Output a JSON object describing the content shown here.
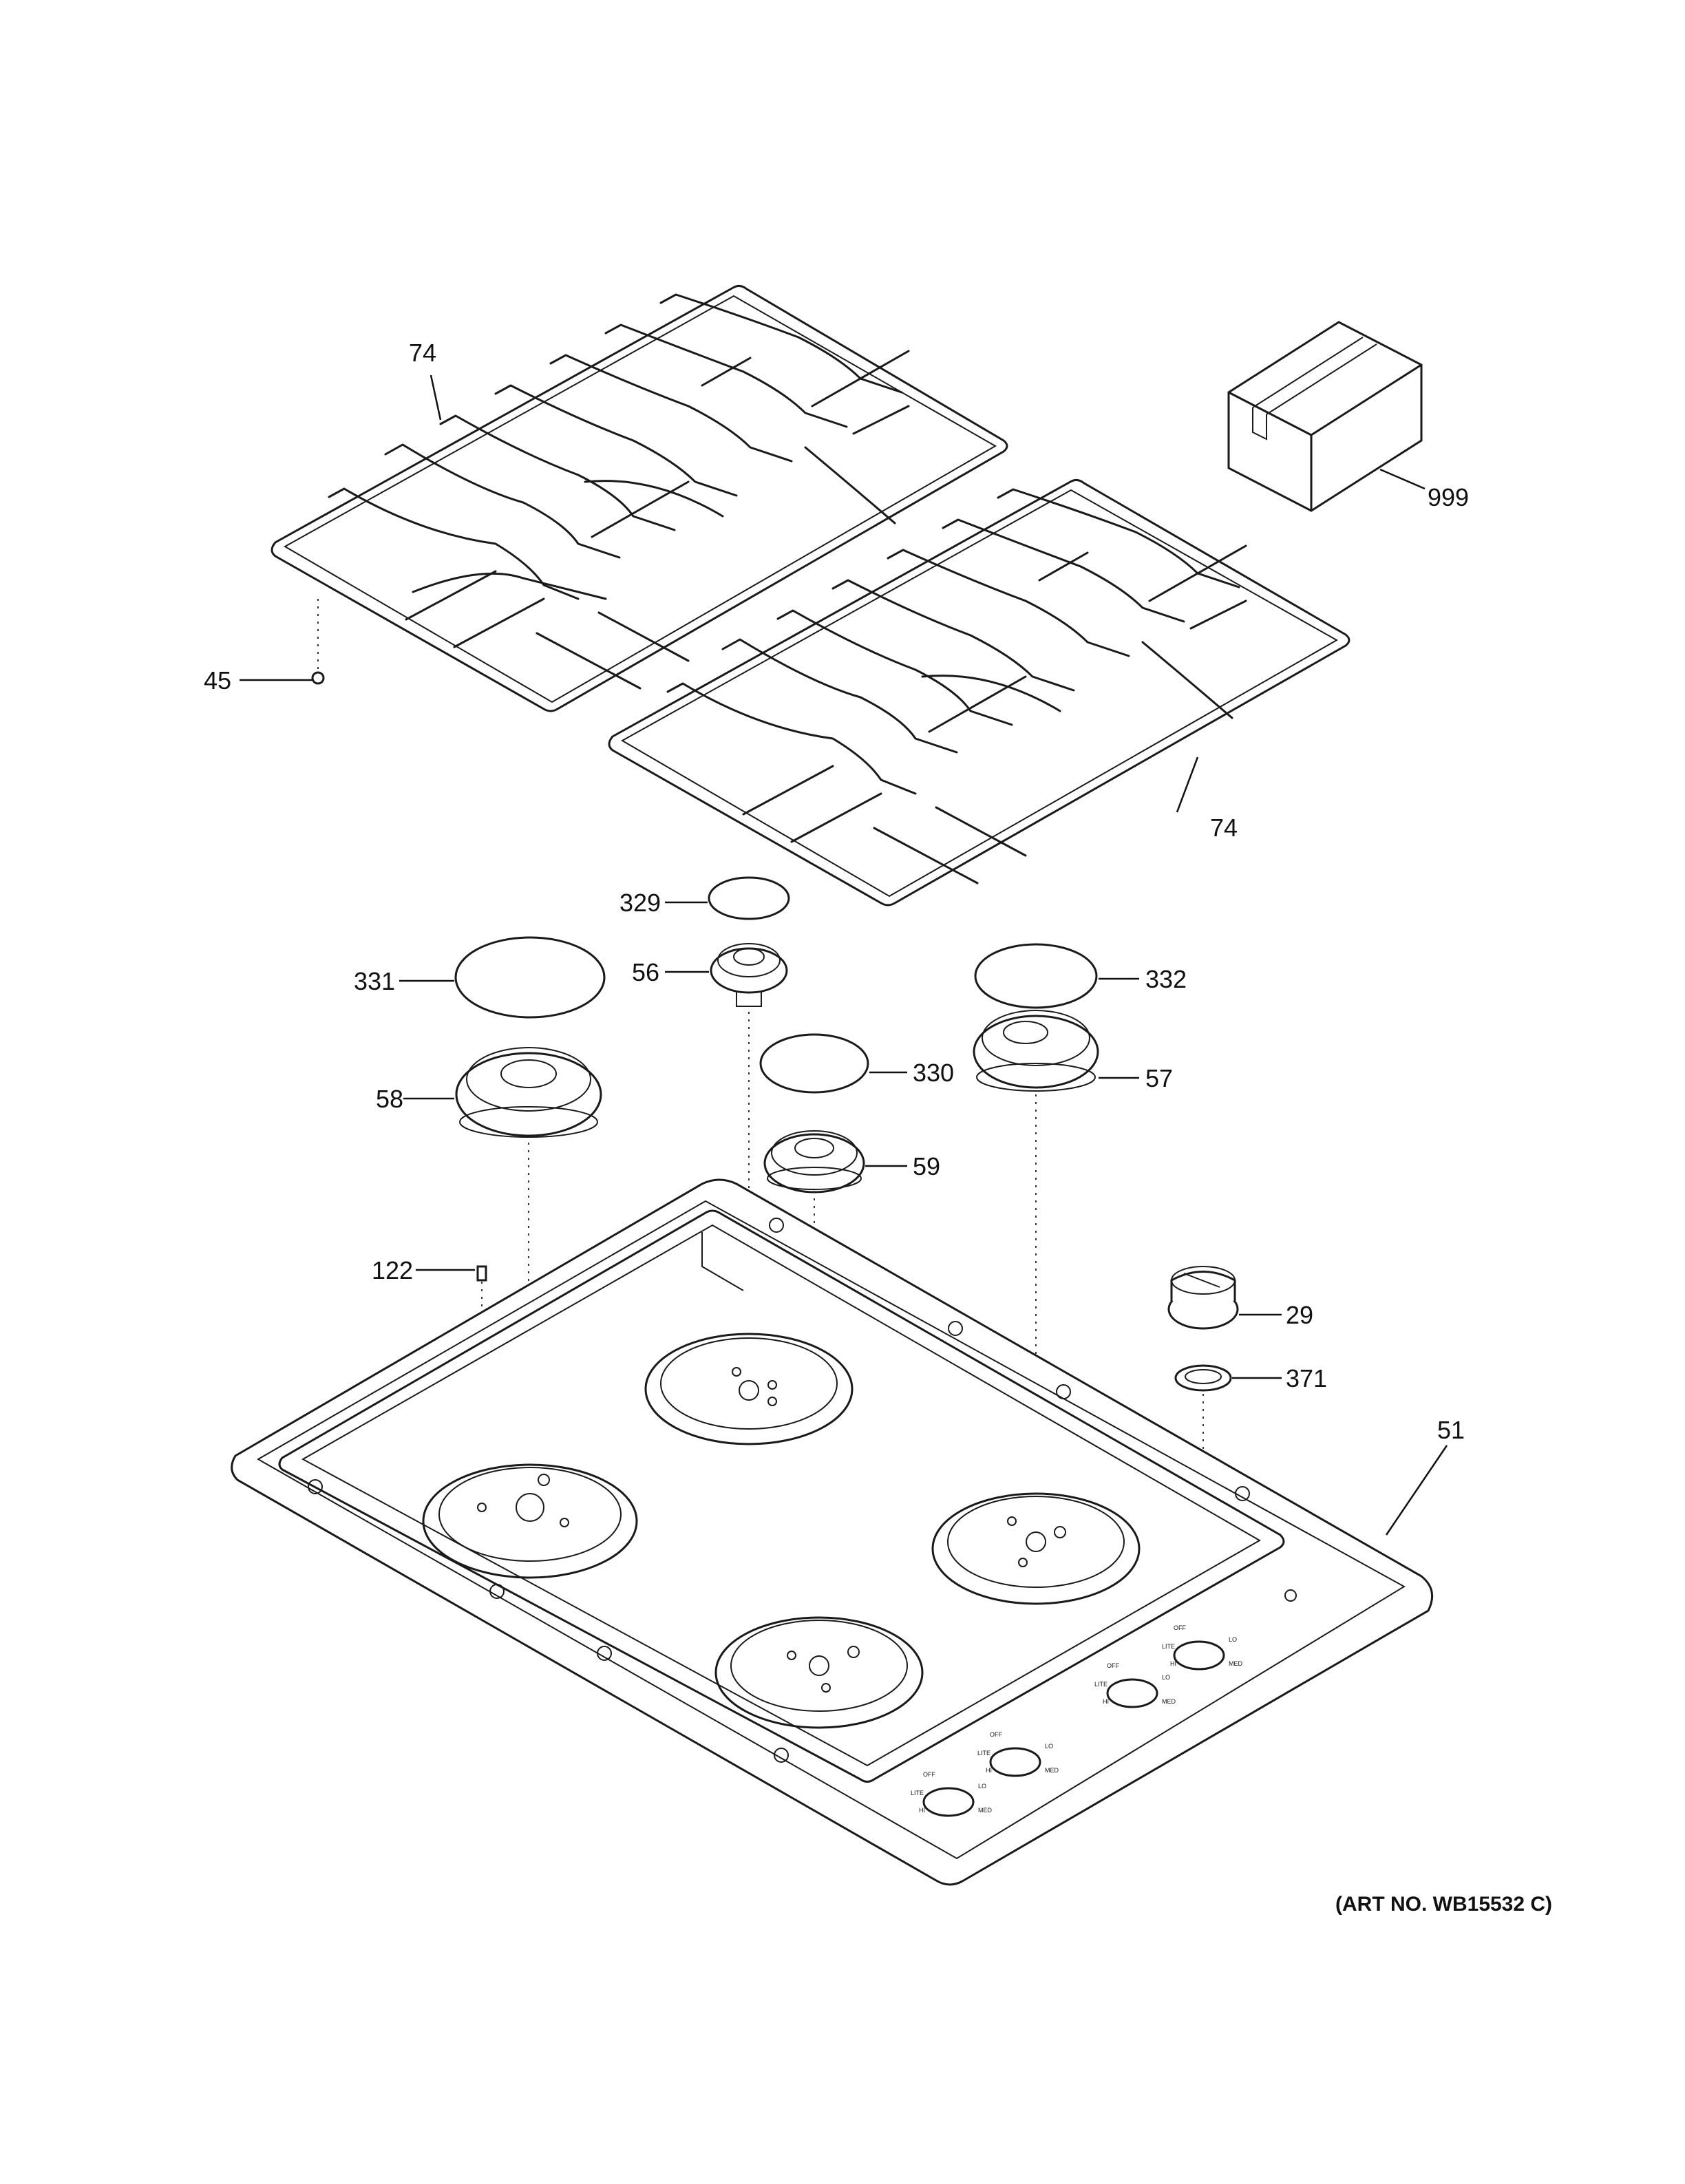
{
  "callouts": {
    "c74a": "74",
    "c74b": "74",
    "c999": "999",
    "c45": "45",
    "c329": "329",
    "c331": "331",
    "c56": "56",
    "c332": "332",
    "c330": "330",
    "c58": "58",
    "c57": "57",
    "c59": "59",
    "c122": "122",
    "c29": "29",
    "c371": "371",
    "c51": "51"
  },
  "art_number": "(ART NO. WB15532 C)",
  "knob_labels": {
    "off": "OFF",
    "lite": "LITE",
    "hi": "HI",
    "lo": "LO",
    "med": "MED"
  }
}
